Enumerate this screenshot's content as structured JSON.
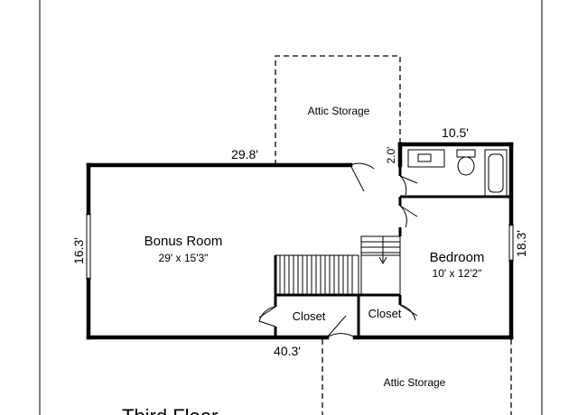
{
  "plan": {
    "title": "Third Floor",
    "rooms": {
      "bonus_room": {
        "name": "Bonus Room",
        "size": "29' x 15'3\""
      },
      "bedroom": {
        "name": "Bedroom",
        "size": "10' x 12'2\""
      },
      "closet_left": {
        "name": "Closet"
      },
      "closet_right": {
        "name": "Closet"
      },
      "attic_top": {
        "name": "Attic Storage"
      },
      "attic_bottom": {
        "name": "Attic Storage"
      }
    },
    "dimensions": {
      "top_width": "29.8'",
      "bath_width": "10.5'",
      "bath_gap": "2.0'",
      "left_height": "16.3'",
      "right_height": "18.3'",
      "bottom_width": "40.3'"
    }
  }
}
